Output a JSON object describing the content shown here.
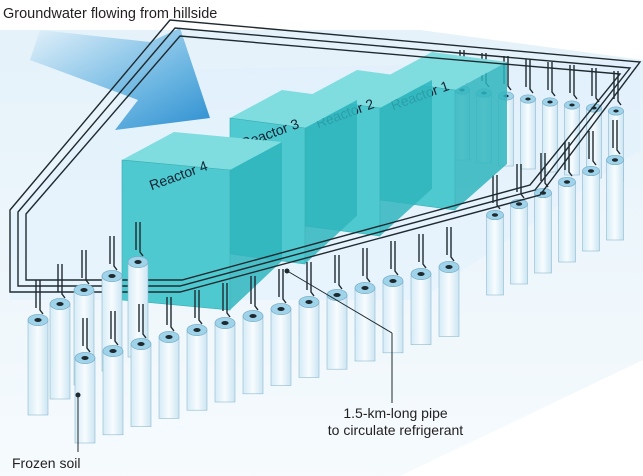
{
  "labels": {
    "groundwater": "Groundwater flowing from hillside",
    "pipe_line1": "1.5-km-long pipe",
    "pipe_line2": "to circulate refrigerant",
    "frozen_soil": "Frozen soil"
  },
  "reactors": [
    "Reactor 1",
    "Reactor 2",
    "Reactor 3",
    "Reactor 4"
  ],
  "colors": {
    "reactor_front": "#4ec9cf",
    "reactor_top": "#7fdde0",
    "reactor_side": "#2fb5bd",
    "column_fill": "#e8f5fb",
    "column_top": "#9fd3ea",
    "pipe": "#1f2a30",
    "ground": "#d6eaf6",
    "arrow": "#3a9ad4"
  },
  "icons": [
    "flow-arrow-icon",
    "pointer-dot-icon"
  ]
}
